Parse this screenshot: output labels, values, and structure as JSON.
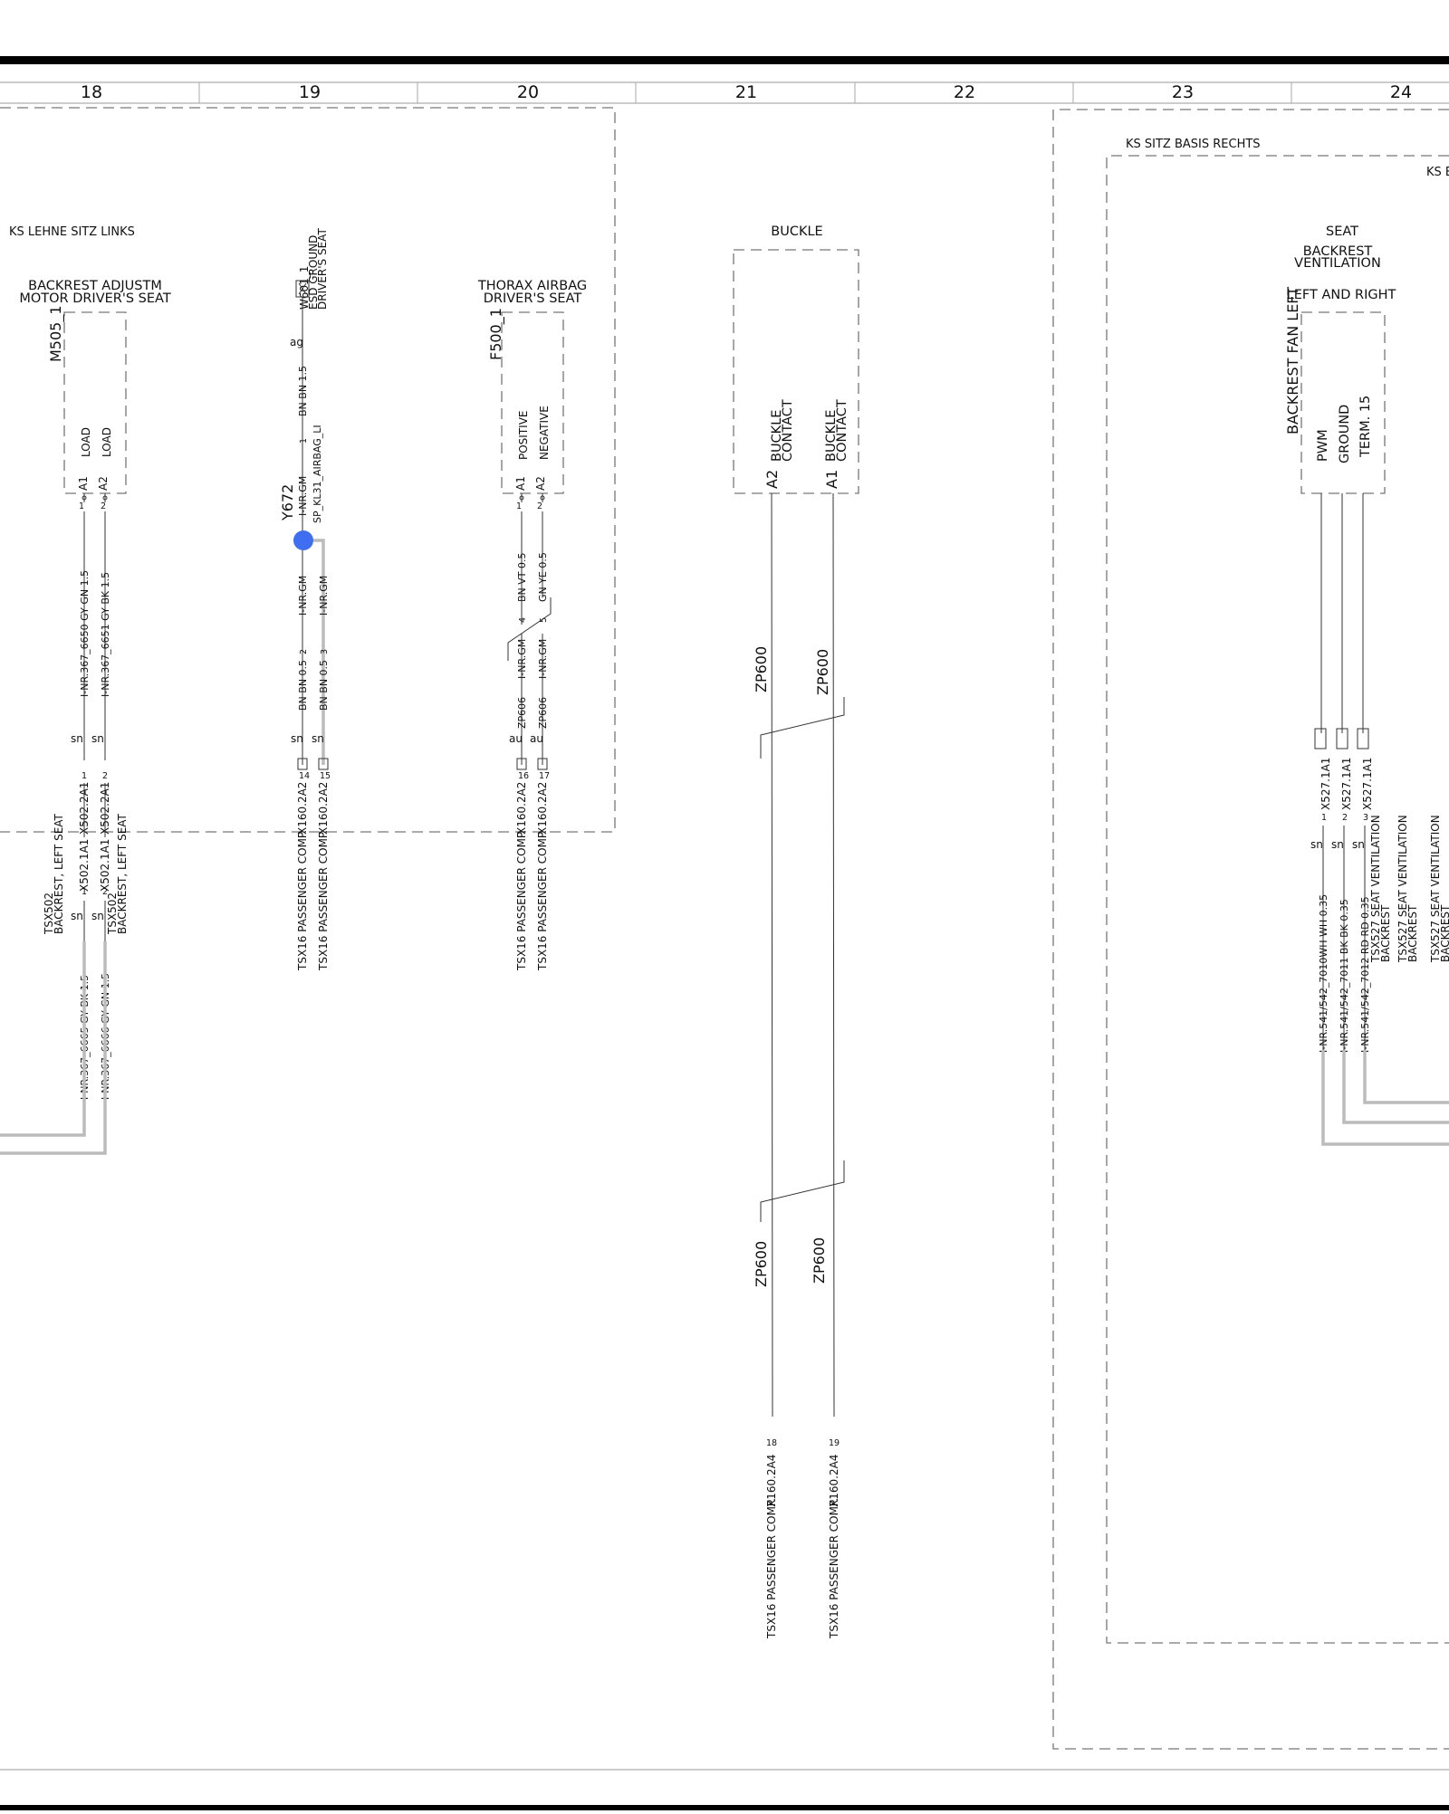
{
  "columns": [
    "18",
    "19",
    "20",
    "21",
    "22",
    "23",
    "24"
  ],
  "labels": {
    "ks_lehne_links": "KS LEHNE SITZ LINKS",
    "ks_sitz_rechts": "KS SITZ BASIS RECHTS",
    "ks_b_partial": "KS B",
    "backrest_motor_l1": "BACKREST ADJUSTM",
    "backrest_motor_l2": "MOTOR DRIVER'S SEAT",
    "m505": "M505_1",
    "load": "LOAD",
    "w601_l1": "W601_1",
    "w601_l2": "ESD GROUND",
    "w601_l3": "DRIVER'S SEAT",
    "y672": "Y672",
    "sp_kl31": "SP_KL31_AIRBAG_LI",
    "thorax_l1": "THORAX AIRBAG",
    "thorax_l2": "DRIVER'S SEAT",
    "f500": "F500_1",
    "positive": "POSITIVE",
    "negative": "NEGATIVE",
    "buckle": "BUCKLE",
    "buckle_l1": "BUCKLE",
    "buckle_l2": "CONTACT",
    "seat": "SEAT",
    "backrest": "BACKREST",
    "ventilation": "VENTILATION",
    "left_right": "LEFT AND RIGHT",
    "backrest_fan_left": "BACKREST FAN LEFT",
    "pwm": "PWM",
    "ground": "GROUND",
    "term15": "TERM. 15",
    "pin_a1": "A1",
    "pin_a2": "A2",
    "ag": "ag",
    "au": "au",
    "sn": "sn",
    "zp600": "ZP600",
    "zp606": "ZP606",
    "inr_gm": "I-NR.GM",
    "wire_6650": "I-NR.367_6650   GY GN 1.5",
    "wire_6651": "I-NR.367_6651   GY BK 1.5",
    "wire_6665": "I-NR.367_6665   GY BK 1.5",
    "wire_6666": "I-NR.367_6666   GY GN 1.5",
    "bn_bn_15": "BN BN 1.5",
    "bn_bn_05": "BN BN 0.5",
    "bn_vt_05": "BN VT 0.5",
    "gn_ye_05": "GN YE 0.5",
    "x502_1": "X502.1A1",
    "x502_2": "X502.2A1",
    "tsx502_l1": "TSX502",
    "tsx502_l2": "BACKREST, LEFT SEAT",
    "x160_2a2": "X160.2A2",
    "x160_2a4": "X160.2A4",
    "tsx16": "TSX16 PASSENGER COMP.",
    "x527": "X527.1A1",
    "tsx527_l1": "TSX527 SEAT VENTILATION",
    "tsx527_l2": "BACKREST",
    "wire_7010": "I-NR.541/542_7010WH WH 0.35",
    "wire_7011": "I-NR.541/542_7011  BK BK 0.35",
    "wire_7012": "I-NR.541/542_7012  RD RD 0.35",
    "pins": [
      "1",
      "2",
      "3",
      "4",
      "5",
      "14",
      "15",
      "16",
      "17",
      "18",
      "19"
    ]
  },
  "colors": {
    "node": "#3f6ef0",
    "frame": "#000000"
  }
}
